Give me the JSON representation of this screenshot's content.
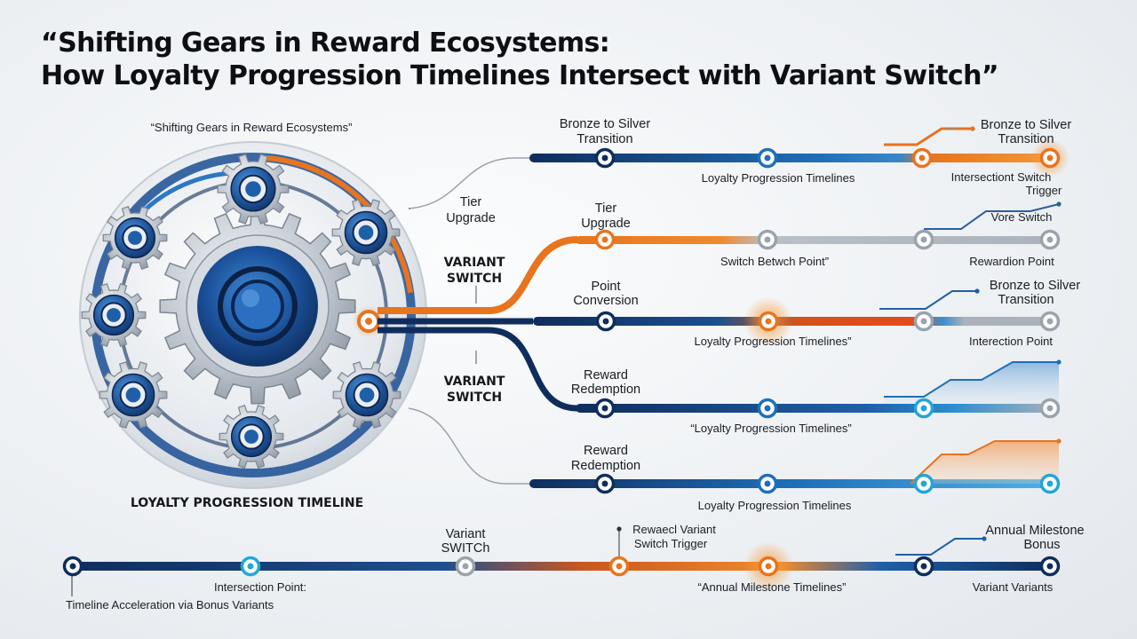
{
  "title": {
    "line1": "“Shifting Gears in Reward Ecosystems:",
    "line2": "How Loyalty Progression Timelines Intersect with Variant Switch”"
  },
  "gear_caption_top": "“Shifting Gears in Reward Ecosystems”",
  "gear_caption_bottom": "LOYALTY PROGRESSION TIMELINE",
  "left_labels": {
    "tier_upgrade": [
      "Tier",
      "Upgrade"
    ],
    "variant_switch_1": [
      "VARIANT",
      "SWITCH"
    ],
    "variant_switch_2": [
      "VARIANT",
      "SWITCH"
    ]
  },
  "tracks": [
    {
      "id": "track-1",
      "branch_label": [
        "Bronze to Silver",
        "Transition"
      ],
      "mid_label": "Loyalty Progression Timelines",
      "right_label": [
        "Bronze to Silver",
        "Transition"
      ],
      "right_sub_label": [
        "Intersectiont Switch",
        "Trigger"
      ]
    },
    {
      "id": "track-2",
      "branch_label": [
        "Tier",
        "Upgrade"
      ],
      "mid_label": "Switch Betwch Point”",
      "right_label": [
        "Vore Switch"
      ],
      "right_sub_label": [
        "Rewardion Point"
      ]
    },
    {
      "id": "track-3",
      "branch_label": [
        "Point",
        "Conversion"
      ],
      "mid_label": "Loyalty Progression Timelines”",
      "right_label": [
        "Bronze to Silver",
        "Transition"
      ],
      "right_sub_label": [
        "Interection Point"
      ]
    },
    {
      "id": "track-4",
      "branch_label": [
        "Reward",
        "Redemption"
      ],
      "mid_label": "“Loyalty Progression Timelines”",
      "right_label": [],
      "right_sub_label": []
    },
    {
      "id": "track-5",
      "branch_label": [
        "Reward",
        "Redemption"
      ],
      "mid_label": "Loyalty Progression Timelines",
      "right_label": [],
      "right_sub_label": []
    }
  ],
  "bottom_timeline": {
    "variant_label": [
      "Variant",
      "SWITCh"
    ],
    "trigger_label": [
      "Rewaecl Variant",
      "Switch Trigger"
    ],
    "milestone_label": [
      "Annual Milestone",
      "Bonus"
    ],
    "intersection_label": "Intersection Point:",
    "acceleration_label": "Timeline Acceleration via Bonus Variants",
    "annual_label": "“Annual Milestone Timelines”",
    "variants_label": "Variant Variants"
  },
  "colors": {
    "navy": "#0f2d5c",
    "blue": "#1f6fb8",
    "cyan": "#22a6d8",
    "orange": "#e8741e",
    "gray_track": "#9aa3ad"
  }
}
